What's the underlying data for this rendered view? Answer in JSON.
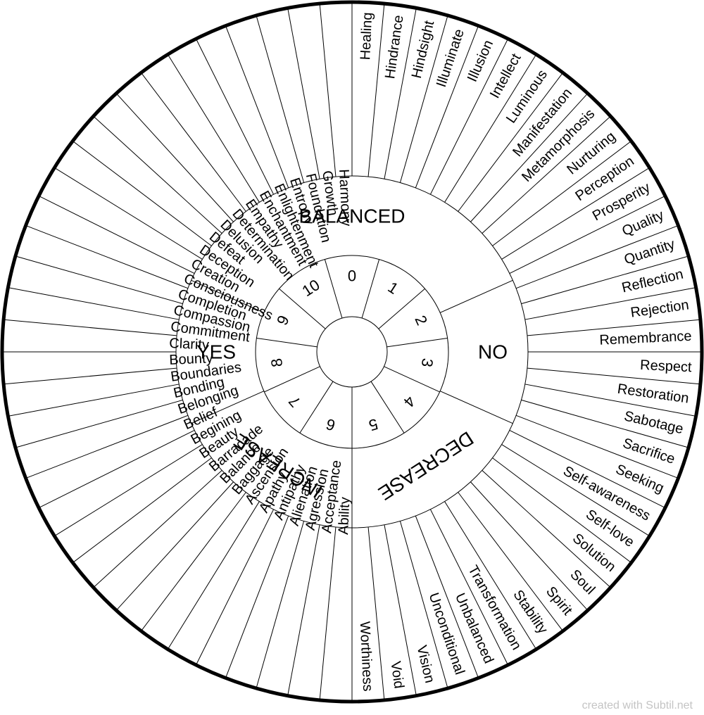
{
  "footer": {
    "text": "created with Subtil.net"
  },
  "colors": {
    "line": "#000000",
    "background": "#ffffff",
    "footer": "#c4c4c4"
  },
  "center": {
    "numbers": [
      "0",
      "1",
      "2",
      "3",
      "4",
      "5",
      "6",
      "7",
      "8",
      "9",
      "10"
    ]
  },
  "sectors": [
    "BALANCED",
    "NO",
    "DECREASE",
    "INCREASE",
    "YES"
  ],
  "words": [
    "Healing",
    "Hindrance",
    "Hindsight",
    "Illuminate",
    "Illusion",
    "Intellect",
    "Luminous",
    "Manifestation",
    "Metamorphosis",
    "Nurturing",
    "Perception",
    "Prosperity",
    "Quality",
    "Quantity",
    "Reflection",
    "Rejection",
    "Remembrance",
    "Respect",
    "Restoration",
    "Sabotage",
    "Sacrifice",
    "Seeking",
    "Self-awareness",
    "Self-love",
    "Solution",
    "Soul",
    "Spirit",
    "Stability",
    "Transformation",
    "Unbalanced",
    "Unconditional",
    "Vision",
    "Void",
    "Worthiness",
    "Ability",
    "Acceptance",
    "Agression",
    "Alienation",
    "Antipathy",
    "Apathy",
    "Ascension",
    "Baggage",
    "Balance",
    "Barracade",
    "Beauty",
    "Begining",
    "Belief",
    "Belonging",
    "Bonding",
    "Boundaries",
    "Bounty",
    "Clarity",
    "Commitment",
    "Compassion",
    "Completion",
    "Consciousness",
    "Creation",
    "Deception",
    "Defeat",
    "Delusion",
    "Determination",
    "Empathy",
    "Enchantment",
    "Enlightenment",
    "Entropy",
    "Foundation",
    "Growth",
    "Harmony"
  ]
}
